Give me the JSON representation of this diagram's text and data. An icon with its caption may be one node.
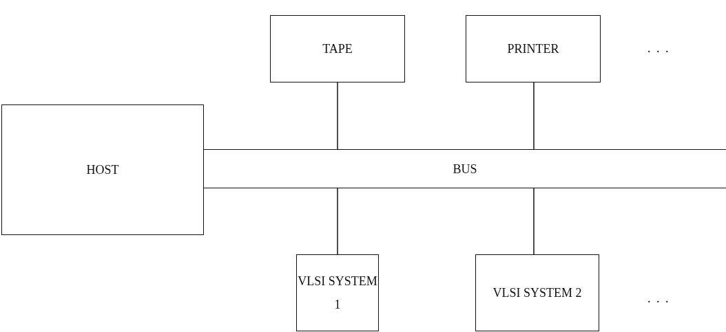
{
  "diagram": {
    "nodes": [
      {
        "text": [
          "TAPE"
        ]
      },
      {
        "text": [
          "PRINTER"
        ]
      },
      {
        "text": [
          "HOST"
        ]
      },
      {
        "text": [
          "BUS"
        ]
      },
      {
        "text": [
          "VLSI SYSTEM 1"
        ]
      },
      {
        "text": [
          "VLSI SYSTEM 2"
        ]
      }
    ],
    "edges": [
      {
        "from": 0,
        "to": 3,
        "arrow": "none"
      },
      {
        "from": 1,
        "to": 3,
        "arrow": "none"
      },
      {
        "from": 3,
        "to": 4,
        "arrow": "none"
      },
      {
        "from": 3,
        "to": 5,
        "arrow": "none"
      }
    ],
    "labels": [
      ". . .",
      ". . ."
    ]
  }
}
